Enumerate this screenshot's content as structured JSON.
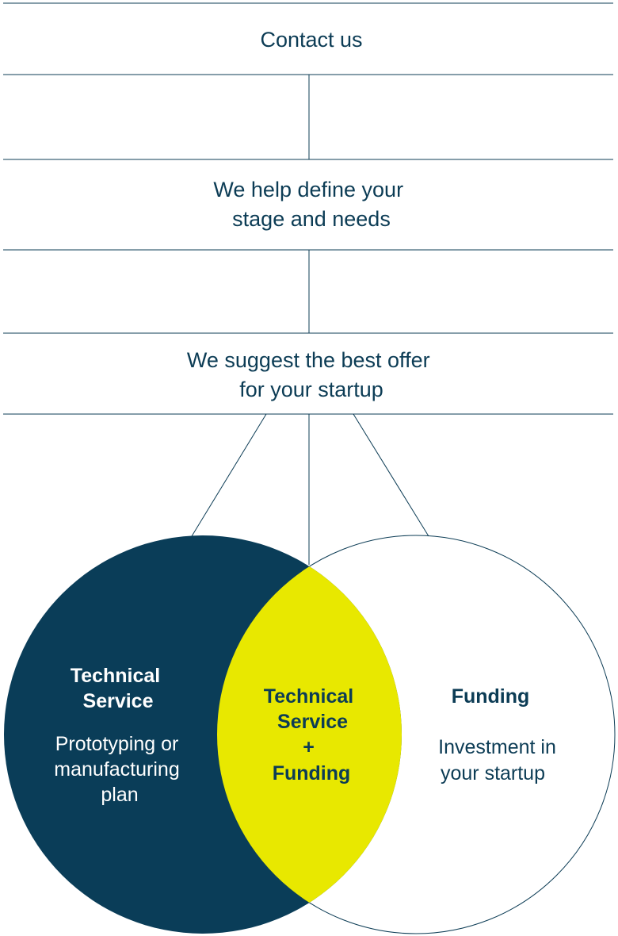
{
  "colors": {
    "line": "#0c3c55",
    "left_circle_fill": "#0a3d58",
    "intersection_fill": "#e8e800",
    "right_circle_fill": "#ffffff",
    "text_dark": "#0c3c55",
    "text_light": "#ffffff"
  },
  "steps": [
    {
      "lines": [
        "Contact us"
      ]
    },
    {
      "lines": [
        "We help define your",
        "stage and needs"
      ]
    },
    {
      "lines": [
        "We suggest the best offer",
        "for your startup"
      ]
    }
  ],
  "circles": {
    "left": {
      "title_lines": [
        "Technical",
        "Service"
      ],
      "body_lines": [
        "Prototyping or",
        "manufacturing",
        "plan"
      ]
    },
    "intersection": {
      "title_lines": [
        "Technical",
        "Service",
        "+",
        "Funding"
      ]
    },
    "right": {
      "title_lines": [
        "Funding"
      ],
      "body_lines": [
        "Investment in",
        "your startup"
      ]
    }
  }
}
